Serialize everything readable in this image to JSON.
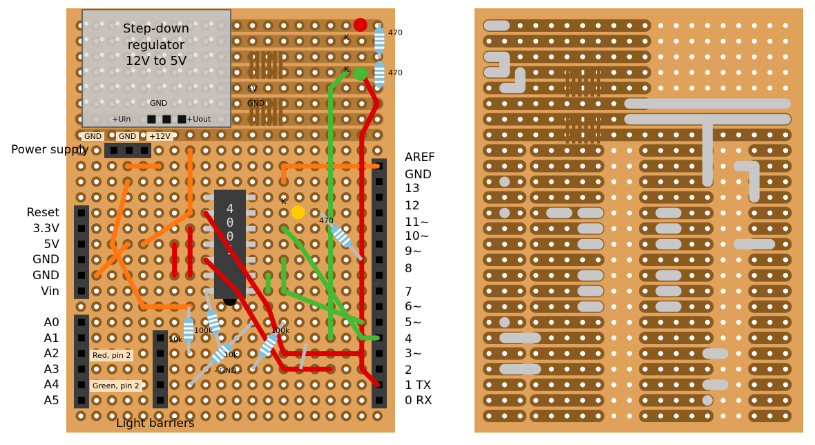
{
  "regulator": {
    "line1": "Step-down",
    "line2": "regulator",
    "line3": "12V to 5V"
  },
  "reg_pins": {
    "5v": "5V",
    "gnd": "GND",
    "gnd_mid": "GND",
    "uin": "+Uin",
    "uout": "+Uout"
  },
  "power": {
    "gnd1": "GND",
    "gnd2": "GND",
    "v12": "+12V",
    "label": "Power supply"
  },
  "left_pins": [
    "Reset",
    "3.3V",
    "5V",
    "GND",
    "GND",
    "Vin"
  ],
  "analog_pins": [
    "A0",
    "A1",
    "A2",
    "A3",
    "A4",
    "A5"
  ],
  "digital_high": [
    "AREF",
    "GND",
    "13",
    "12",
    "11~",
    "10~",
    "9~",
    "8"
  ],
  "digital_low": [
    "7",
    "6~",
    "5~",
    "4",
    "3~",
    "2",
    "1 TX",
    "0 RX"
  ],
  "ic": {
    "label": "4001"
  },
  "resistors": {
    "led_red": "470",
    "led_green": "470",
    "led_yellow": "470",
    "r1": "10k",
    "r2": "100k",
    "r3": "10k",
    "r4": "100k"
  },
  "led_marks": {
    "k1": "K",
    "k2": "K",
    "k3": "K"
  },
  "bottom": {
    "gnd_label": "- GND -",
    "red_pin": "Red, pin 2",
    "green_pin": "Green, pin 2",
    "barriers": "Light barriers"
  },
  "colors": {
    "board": "#e0a25a",
    "copper": "#8a5a1e",
    "hole": "#ffffff",
    "header": "#3c3c3c",
    "red": "#dd0000",
    "green": "#44bb33",
    "orange": "#ff7711",
    "yellow": "#ffcc00",
    "solder": "#c8c8c8"
  }
}
